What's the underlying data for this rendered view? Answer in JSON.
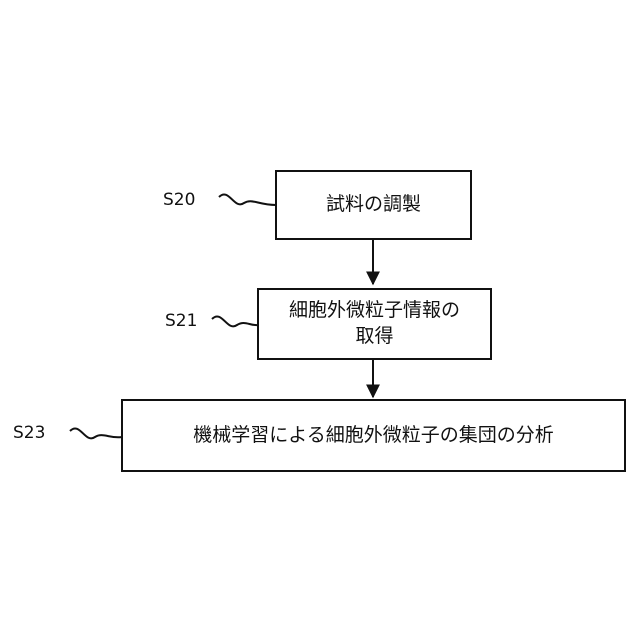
{
  "steps": [
    {
      "id": "S20",
      "label": "試料の調製"
    },
    {
      "id": "S21",
      "label": "細胞外微粒子情報の\n取得"
    },
    {
      "id": "S23",
      "label": "機械学習による細胞外微粒子の集団の分析"
    }
  ]
}
